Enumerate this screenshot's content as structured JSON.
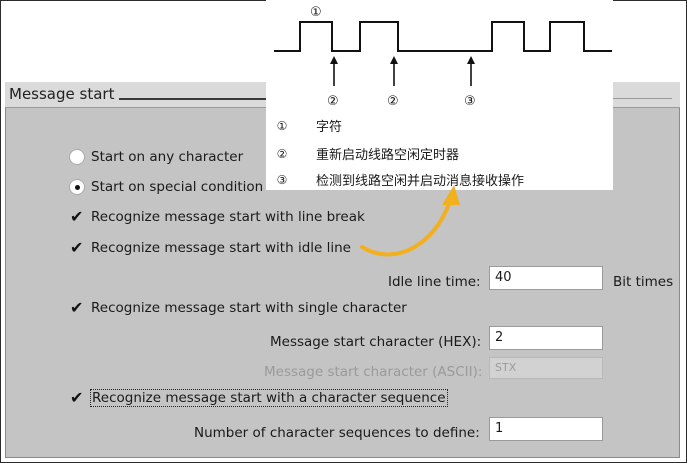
{
  "panel": {
    "title": "Message start"
  },
  "waveform": {
    "markers": [
      "①",
      "②",
      "②",
      "③"
    ]
  },
  "legend": [
    {
      "num": "①",
      "text": "字符"
    },
    {
      "num": "②",
      "text": "重新启动线路空闲定时器"
    },
    {
      "num": "③",
      "text": "检测到线路空闲并启动消息接收操作"
    }
  ],
  "options": {
    "start_any": {
      "label": "Start on any character",
      "selected": false
    },
    "start_special": {
      "label": "Start on special condition",
      "selected": true
    },
    "line_break": {
      "label": "Recognize message start with line break",
      "checked": true
    },
    "idle_line": {
      "label": "Recognize message start with idle line",
      "checked": true
    },
    "single_char": {
      "label": "Recognize message start with single character",
      "checked": true
    },
    "char_seq": {
      "label": "Recognize message start with a character sequence",
      "checked": true
    }
  },
  "fields": {
    "idle_time": {
      "label": "Idle line time:",
      "value": "40",
      "unit": "Bit times"
    },
    "start_hex": {
      "label": "Message start character (HEX):",
      "value": "2"
    },
    "start_ascii": {
      "label": "Message start character (ASCII):",
      "value": "STX"
    },
    "seq_count": {
      "label": "Number of character sequences to define:",
      "value": "1"
    }
  },
  "colors": {
    "arrow": "#f2b01e",
    "panel": "#c4c4c4"
  }
}
